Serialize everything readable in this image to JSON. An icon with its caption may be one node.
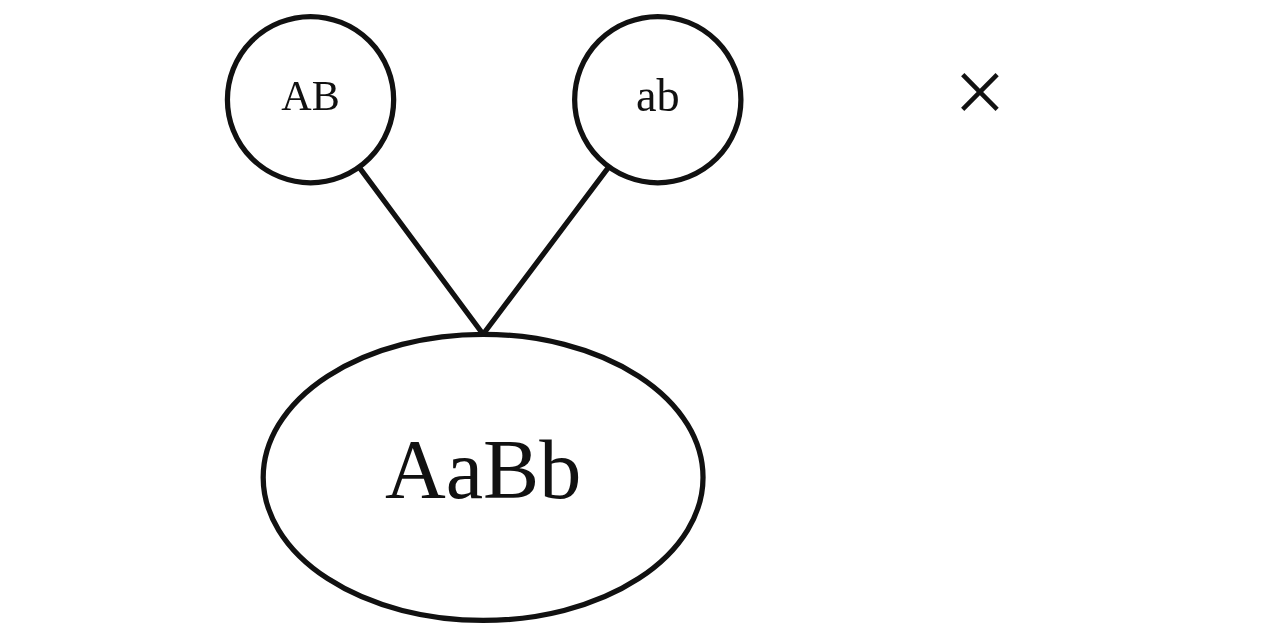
{
  "diagram": {
    "nodes": [
      {
        "text": [
          "AB"
        ]
      },
      {
        "text": [
          "ab"
        ]
      },
      {
        "text": [
          "AaBb"
        ]
      }
    ],
    "edges": [
      {
        "from": 0,
        "to": 2,
        "arrow": "none"
      },
      {
        "from": 1,
        "to": 2,
        "arrow": "none"
      }
    ],
    "labels": [
      "×"
    ]
  }
}
